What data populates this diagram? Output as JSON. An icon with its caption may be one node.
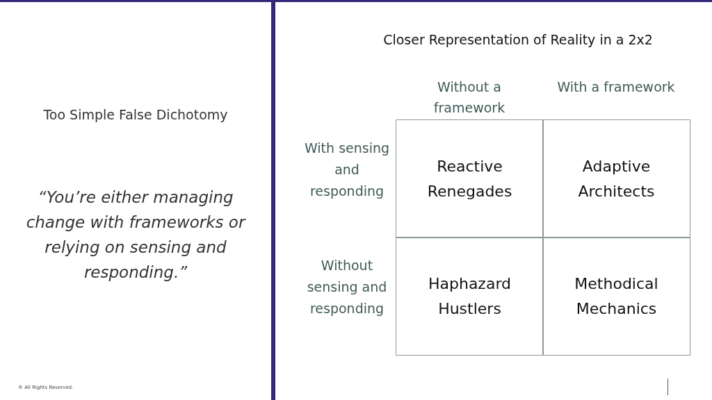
{
  "diagram": {
    "nodes": [
      {
        "text": [
          "Reactive Renegades"
        ]
      },
      {
        "text": [
          "Adaptive Architects"
        ]
      },
      {
        "text": [
          "Haphazard Hustlers"
        ]
      },
      {
        "text": [
          "Methodical Mechanics"
        ]
      }
    ],
    "labels": [
      "Too Simple False Dichotomy",
      "“You’re either managing change with frameworks or relying on sensing and responding.”",
      "© All Rights Reserved.",
      "Closer Representation of Reality in a 2x2",
      "Without a framework",
      "With a framework",
      "With sensing and responding",
      "Without sensing and responding"
    ]
  }
}
